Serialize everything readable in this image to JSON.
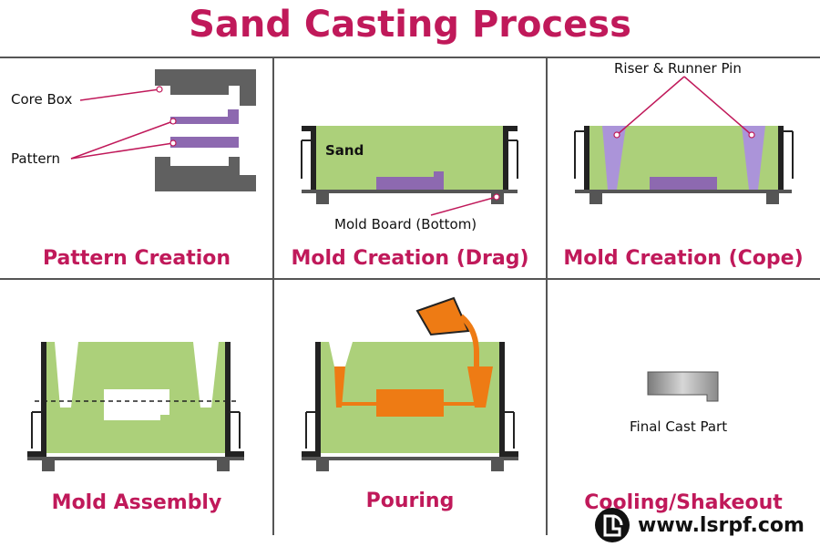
{
  "title": "Sand Casting Process",
  "panels": {
    "pattern": {
      "caption": "Pattern Creation",
      "core_box_label": "Core Box",
      "pattern_label": "Pattern"
    },
    "drag": {
      "caption": "Mold Creation (Drag)",
      "sand_label": "Sand",
      "board_label": "Mold Board (Bottom)"
    },
    "cope": {
      "caption": "Mold Creation (Cope)",
      "riser_label": "Riser & Runner Pin"
    },
    "assembly": {
      "caption": "Mold Assembly"
    },
    "pouring": {
      "caption": "Pouring"
    },
    "cooling": {
      "caption": "Cooling/Shakeout",
      "part_label": "Final Cast Part"
    }
  },
  "brand": {
    "url": "www.lsrpf.com",
    "icon": "lsrpf-logo-icon"
  },
  "colors": {
    "title": "#c0195a",
    "sand": "#acd07a",
    "pattern": "#8d69b0",
    "metal": "#ee7b14",
    "frame": "#222222",
    "box": "#606060"
  }
}
